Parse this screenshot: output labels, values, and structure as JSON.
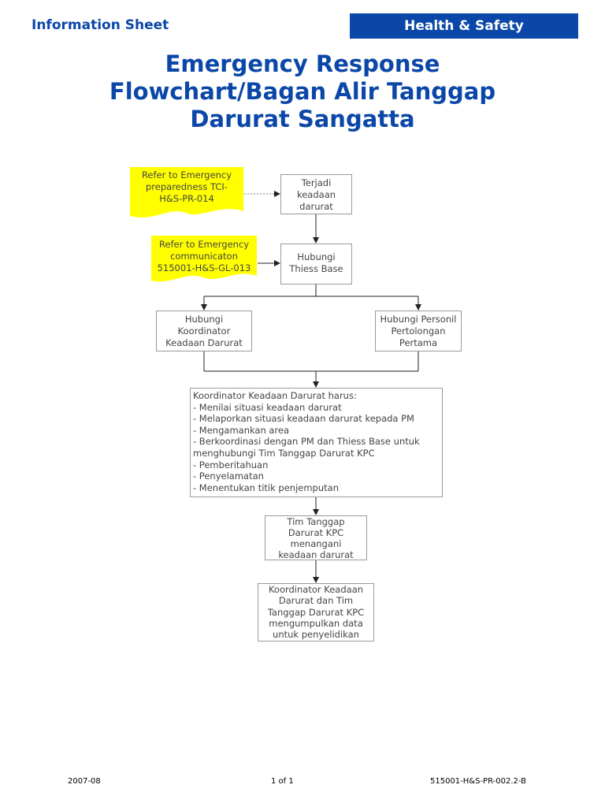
{
  "header": {
    "left": "Information Sheet",
    "right": "Health & Safety"
  },
  "title": {
    "line1": "Emergency Response",
    "line2": "Flowchart/Bagan Alir Tanggap",
    "line3": "Darurat Sangatta"
  },
  "notes": {
    "preparedness": {
      "line1": "Refer to  Emergency",
      "line2": "preparedness TCI-",
      "line3": "H&S-PR-014"
    },
    "communication": {
      "line1": "Refer to  Emergency",
      "line2": "communicaton",
      "line3": "515001-H&S-GL-013"
    }
  },
  "boxes": {
    "terjadi": {
      "line1": "Terjadi",
      "line2": "keadaan",
      "line3": "darurat"
    },
    "hubungi_base": {
      "line1": "Hubungi",
      "line2": "Thiess Base"
    },
    "hubungi_koordinator": {
      "line1": "Hubungi",
      "line2": "Koordinator",
      "line3": "Keadaan Darurat"
    },
    "hubungi_personil": {
      "line1": "Hubungi Personil",
      "line2": "Pertolongan",
      "line3": "Pertama"
    },
    "koordinator_tasks": {
      "line1": "Koordinator Keadaan Darurat harus:",
      "line2": "- Menilai situasi keadaan darurat",
      "line3": "- Melaporkan situasi keadaan darurat kepada  PM",
      "line4": "- Mengamankan area",
      "line5": "- Berkoordinasi dengan PM dan Thiess Base untuk",
      "line6": "menghubungi Tim Tanggap Darurat KPC",
      "line7": "- Pemberitahuan",
      "line8": "- Penyelamatan",
      "line9": "- Menentukan titik penjemputan"
    },
    "tim_tanggap": {
      "line1": "Tim Tanggap",
      "line2": "Darurat KPC",
      "line3": "menangani",
      "line4": "keadaan darurat"
    },
    "koordinator_kumpul": {
      "line1": "Koordinator Keadaan",
      "line2": "Darurat dan Tim",
      "line3": "Tanggap Darurat KPC",
      "line4": "mengumpulkan data",
      "line5": "untuk penyelidikan"
    }
  },
  "footer": {
    "date": "2007-08",
    "page": "1 of 1",
    "doc_number": "515001-H&S-PR-002.2-B"
  },
  "colors": {
    "brand_blue": "#0b47a8",
    "note_yellow": "#ffff00",
    "box_border": "#9a9a9a",
    "text_gray": "#444444"
  }
}
